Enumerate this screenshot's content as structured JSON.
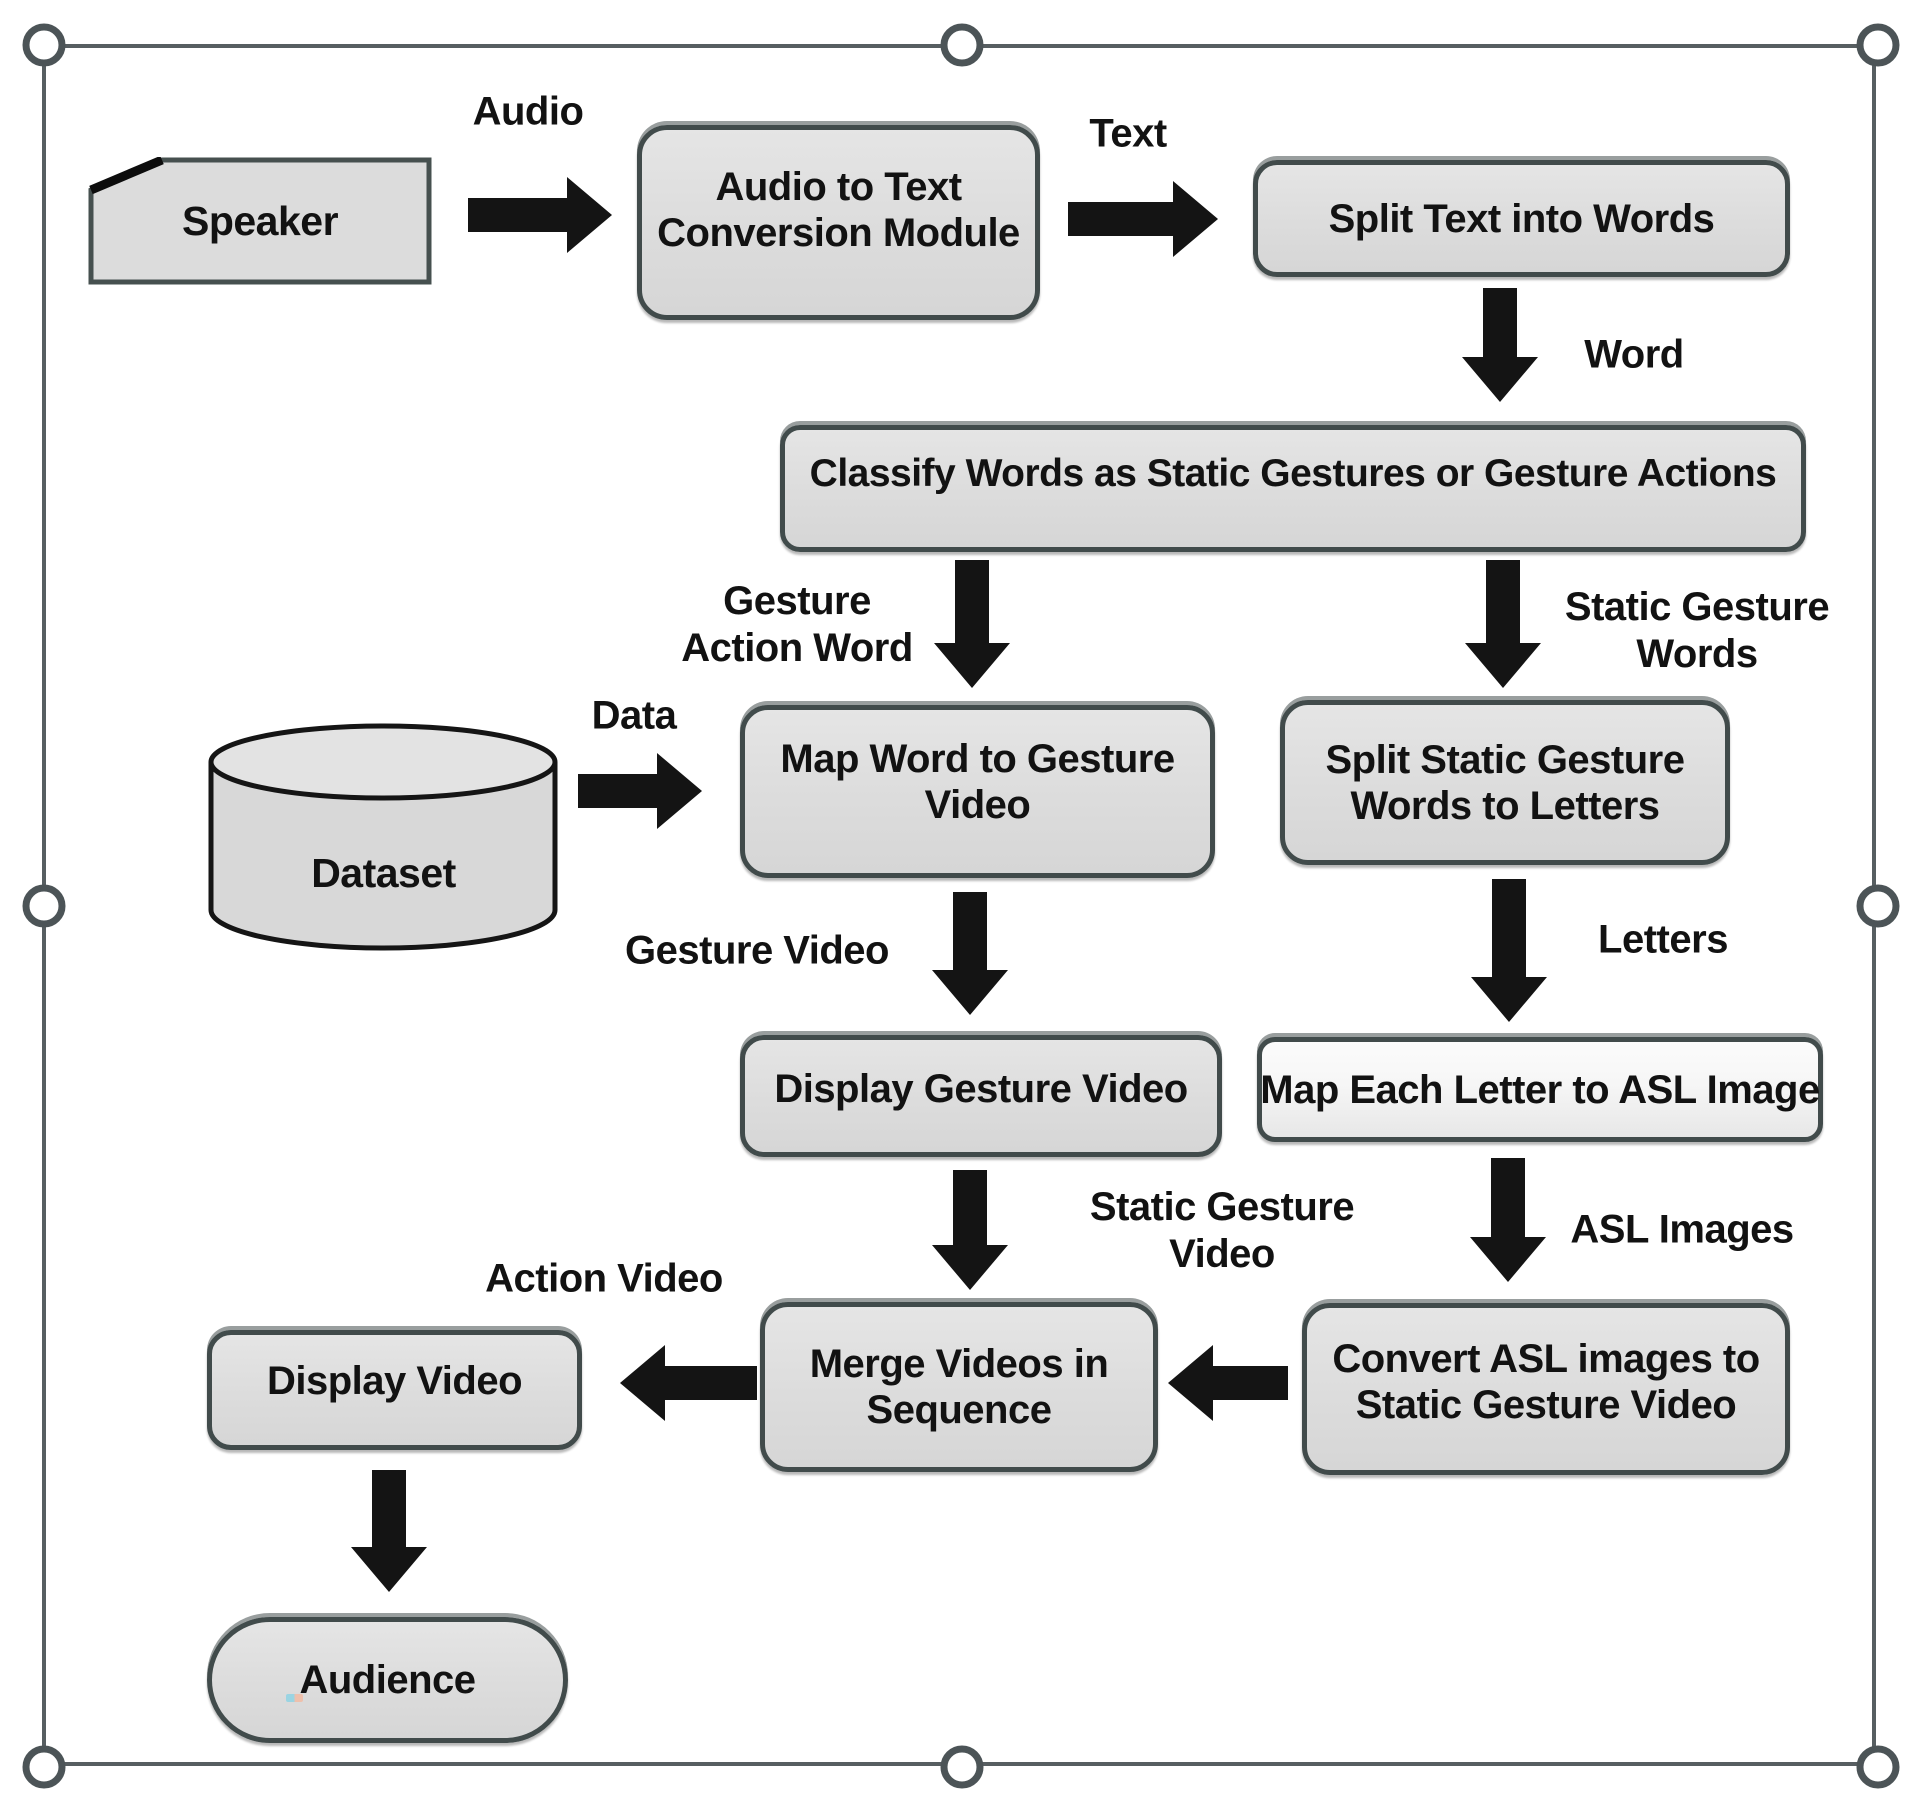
{
  "theme": {
    "node_fill": "#dcdcdc",
    "node_fill_top": "#e5e5e5",
    "node_fill_light": "#f6f6f6",
    "node_border": "#414b4b",
    "arrow_color": "#141414",
    "text_color": "#121212",
    "frame_color": "#575e61",
    "handle_border": "#4c5457",
    "canvas_bg": "#ffffff"
  },
  "diagram": {
    "nodes": {
      "speaker": {
        "label": "Speaker",
        "shape": "card"
      },
      "audio_to_text_module": {
        "lines": [
          "Audio to Text",
          "Conversion Module"
        ],
        "shape": "rounded"
      },
      "split_text_into_words": {
        "label": "Split Text into Words",
        "shape": "rounded"
      },
      "classify_words": {
        "label": "Classify Words as Static Gestures or Gesture Actions",
        "shape": "rounded"
      },
      "dataset": {
        "label": "Dataset",
        "shape": "cylinder"
      },
      "map_word_to_gesture_video": {
        "lines": [
          "Map Word to Gesture",
          "Video"
        ],
        "shape": "rounded"
      },
      "split_static_gesture_words": {
        "lines": [
          "Split Static Gesture",
          "Words to Letters"
        ],
        "shape": "rounded"
      },
      "display_gesture_video": {
        "label": "Display Gesture Video",
        "shape": "rounded"
      },
      "map_each_letter_to_asl_image": {
        "label": "Map Each Letter to ASL Image",
        "shape": "rounded-light"
      },
      "merge_videos_in_sequence": {
        "lines": [
          "Merge Videos in",
          "Sequence"
        ],
        "shape": "rounded"
      },
      "convert_asl_images": {
        "lines": [
          "Convert ASL images to",
          "Static Gesture Video"
        ],
        "shape": "rounded"
      },
      "display_video": {
        "label": "Display Video",
        "shape": "rounded"
      },
      "audience": {
        "label": "Audience",
        "shape": "stadium"
      }
    },
    "edge_labels": {
      "audio": "Audio",
      "text": "Text",
      "word": "Word",
      "gesture_action_word": [
        "Gesture",
        "Action Word"
      ],
      "static_gesture_words": [
        "Static Gesture",
        "Words"
      ],
      "data": "Data",
      "gesture_video": "Gesture Video",
      "letters": "Letters",
      "static_gesture_video": [
        "Static Gesture",
        "Video"
      ],
      "asl_images": "ASL Images",
      "action_video": "Action Video"
    }
  }
}
